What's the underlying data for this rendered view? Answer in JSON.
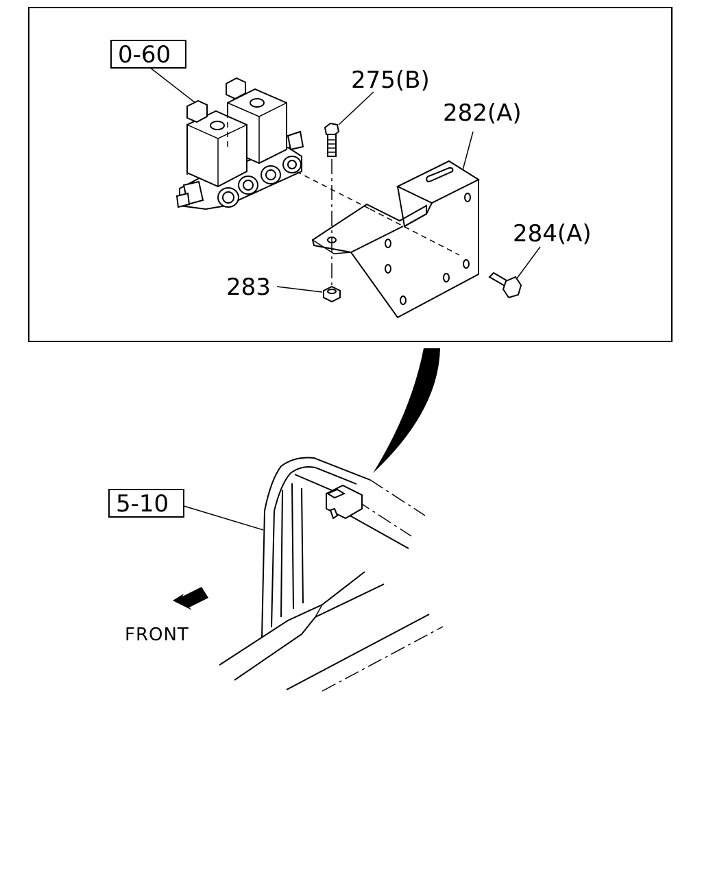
{
  "labels": {
    "ref_valve": "0-60",
    "ref_harness": "5-10",
    "bolt_b": "275(B)",
    "bracket_a": "282(A)",
    "bolt_a": "284(A)",
    "nut": "283",
    "front": "FRONT"
  }
}
